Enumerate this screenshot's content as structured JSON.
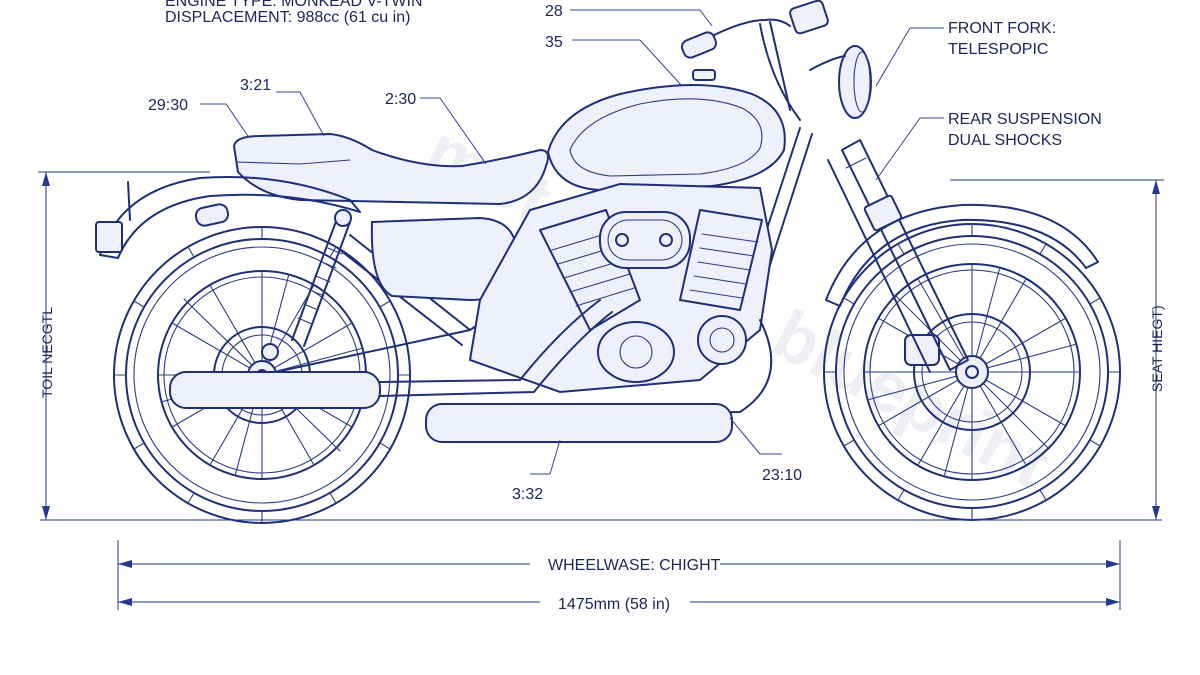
{
  "header": {
    "engine_type_line": "ENGINE TYPE: MONKEAD V-TWIN",
    "displacement_line": "DISPLACEMENT: 988cc (61 cu in)"
  },
  "callouts": {
    "top_28": "28",
    "top_35": "35",
    "seat_rear": "29:30",
    "seat_mid": "3:21",
    "tank_rear": "2:30",
    "engine_base": "3:32",
    "front_wheel": "23:10",
    "front_fork_line1": "FRONT FORK:",
    "front_fork_line2": "TELESPOPIC",
    "rear_susp_line1": "REAR SUSPENSION",
    "rear_susp_line2": "DUAL SHOCKS"
  },
  "dimensions": {
    "total_height_label": "TOIL NECGTL",
    "seat_height_label": "SEAT HIEGT)",
    "wheelbase_label": "WHEELWASE: CHIGHT",
    "length_label": "1475mm (58 in)"
  },
  "watermark": "motorcycle blueprint",
  "colors": {
    "ink": "#1e2f7a",
    "paper": "#ffffff"
  }
}
